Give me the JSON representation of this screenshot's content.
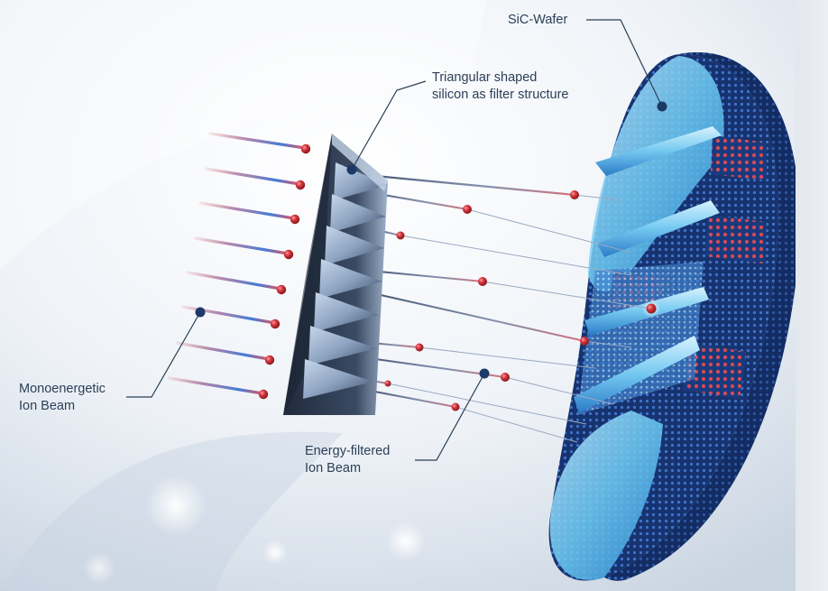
{
  "labels": {
    "wafer": "SiC-Wafer",
    "filter_line1": "Triangular shaped",
    "filter_line2": "silicon as filter structure",
    "mono_line1": "Monoenergetic",
    "mono_line2": "Ion Beam",
    "filtered_line1": "Energy-filtered",
    "filtered_line2": "Ion Beam"
  },
  "colors": {
    "background": "#e8edf3",
    "label_text": "#2b3f57",
    "ion_red": "#c8323a",
    "beam_blue": "#2f6fd6",
    "wafer_navy": "#13306f",
    "wafer_face": "#5ec3f0",
    "filter_dark": "#253246",
    "marker_navy": "#1c3a66"
  }
}
